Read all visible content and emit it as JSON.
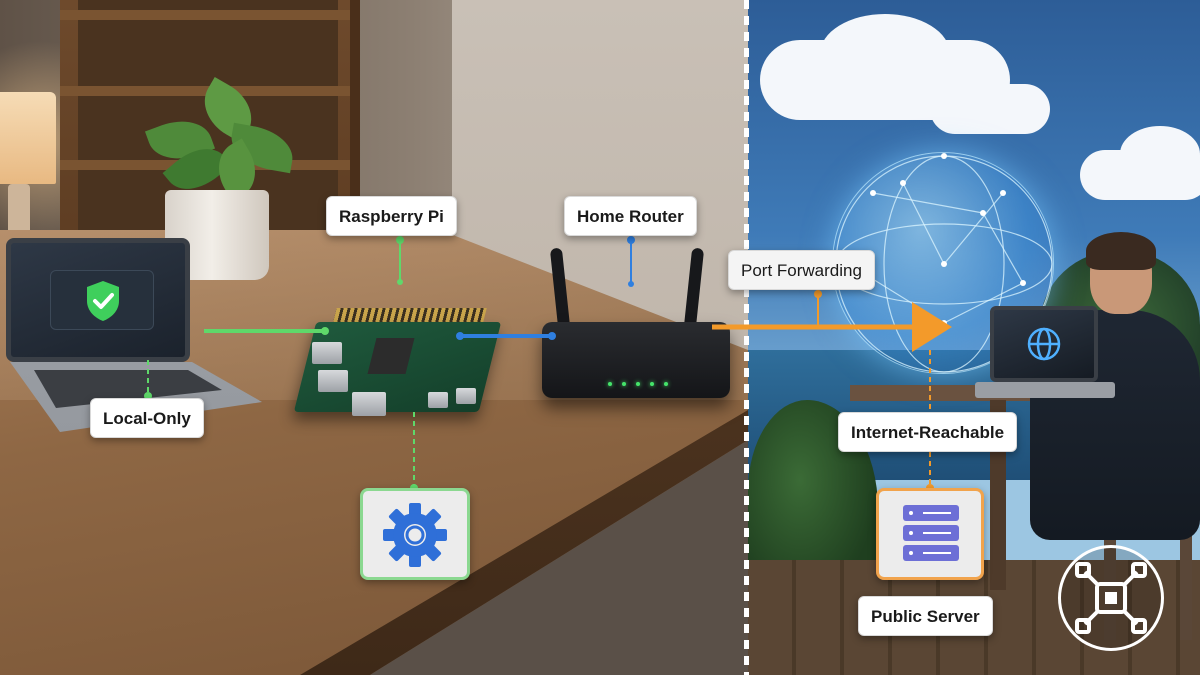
{
  "labels": {
    "raspberry_pi": "Raspberry Pi",
    "home_router": "Home Router",
    "port_forwarding": "Port Forwarding",
    "local_only": "Local-Only",
    "internet_reachable": "Internet-Reachable",
    "public_server": "Public Server"
  },
  "colors": {
    "local_link": "#5fd86a",
    "router_link": "#2f7fe0",
    "internet_link": "#f39a2a",
    "gear": "#2f6fd8",
    "server": "#6d6fd6"
  },
  "icons": {
    "laptop_screen": "shield-check-icon",
    "config_tile": "gear-icon",
    "remote_screen": "globe-icon",
    "server_tile": "server-icon",
    "corner_badge": "network-nodes-icon"
  }
}
